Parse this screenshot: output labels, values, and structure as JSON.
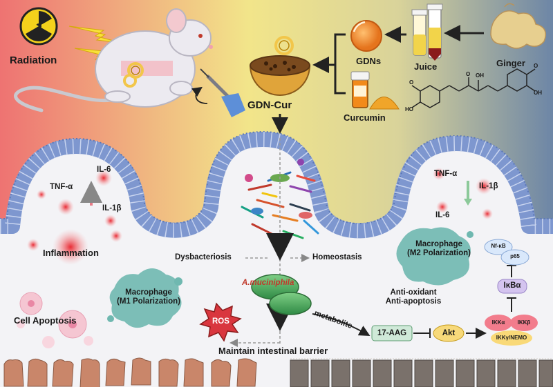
{
  "top": {
    "radiation": "Radiation",
    "gdn_cur": "GDN-Cur",
    "gdns": "GDNs",
    "juice": "Juice",
    "ginger": "Ginger",
    "curcumin": "Curcumin",
    "chem": {
      "me1": "O",
      "me2": "O",
      "ho_left": "HO",
      "keto": "O",
      "oh_top": "OH",
      "oh_right": "OH"
    }
  },
  "left_villus": {
    "il6": "IL-6",
    "tnfa": "TNF-α",
    "il1b": "IL-1β"
  },
  "right_villus": {
    "tnfa": "TNF-α",
    "il1b": "IL-1β",
    "il6": "IL-6"
  },
  "middle": {
    "dysbacteriosis": "Dysbacteriosis",
    "homeostasis": "Homeostasis",
    "akk": "A.muciniphila",
    "metabolite": "metabolite",
    "ros": "ROS",
    "barrier": "Maintain intestinal barrier",
    "aag": "17-AAG",
    "akt": "Akt"
  },
  "left_lower": {
    "inflammation": "Inflammation",
    "macrophage_m1_line1": "Macrophage",
    "macrophage_m1_line2": "(M1 Polarization)",
    "apoptosis": "Cell Apoptosis"
  },
  "right_lower": {
    "macrophage_m2_line1": "Macrophage",
    "macrophage_m2_line2": "(M2 Polarization)",
    "antioxidant": "Anti-oxidant",
    "antiapoptosis": "Anti-apoptosis",
    "nfkb": "Nf-κB",
    "p65": "p65",
    "ikba": "IκBα",
    "ikka": "IKKα",
    "ikkb": "IKKβ",
    "ikkg": "IKKγ/NEMO"
  },
  "colors": {
    "bg_left": "#ee7372",
    "bg_mid": "#f2e58a",
    "bg_right": "#6d86a6",
    "epithelium": "#8fa6d6",
    "akk_green": "#4e9a5a",
    "ros_red": "#d9363e",
    "macrophage_teal": "#6fb8b0"
  }
}
